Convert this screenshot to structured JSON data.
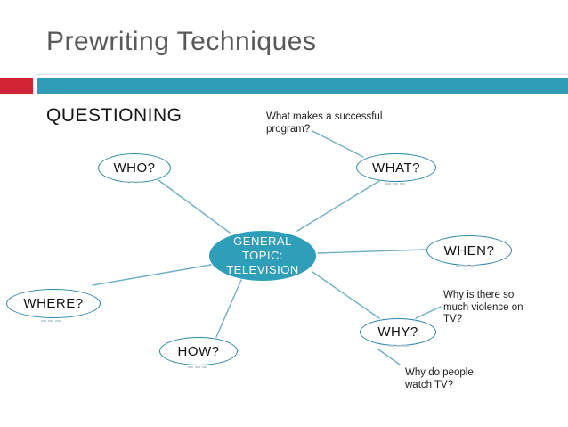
{
  "slide": {
    "title": "Prewriting Techniques",
    "section_heading": "QUESTIONING",
    "center_bubble": {
      "lines": [
        "GENERAL",
        "TOPIC:",
        "TELEVISION"
      ]
    },
    "bubbles": [
      {
        "id": "who",
        "label": "WHO?"
      },
      {
        "id": "what",
        "label": "WHAT?"
      },
      {
        "id": "when",
        "label": "WHEN?"
      },
      {
        "id": "where",
        "label": "WHERE?"
      },
      {
        "id": "how",
        "label": "HOW?"
      },
      {
        "id": "why",
        "label": "WHY?"
      }
    ],
    "annotations": {
      "what_makes": {
        "lines": [
          "What makes a successful",
          "program?"
        ]
      },
      "violence": {
        "lines": [
          "Why is there so",
          "much violence on",
          "TV?"
        ]
      },
      "watch_tv": {
        "lines": [
          "Why do people",
          "watch TV?"
        ]
      }
    },
    "colors": {
      "accent_teal": "#2F9CB7",
      "accent_red": "#D02333",
      "bubble_outline": "#2C86A4",
      "center_fill": "#2F9EB9",
      "connector": "#6FAEC6",
      "title_gray": "#595959"
    }
  }
}
